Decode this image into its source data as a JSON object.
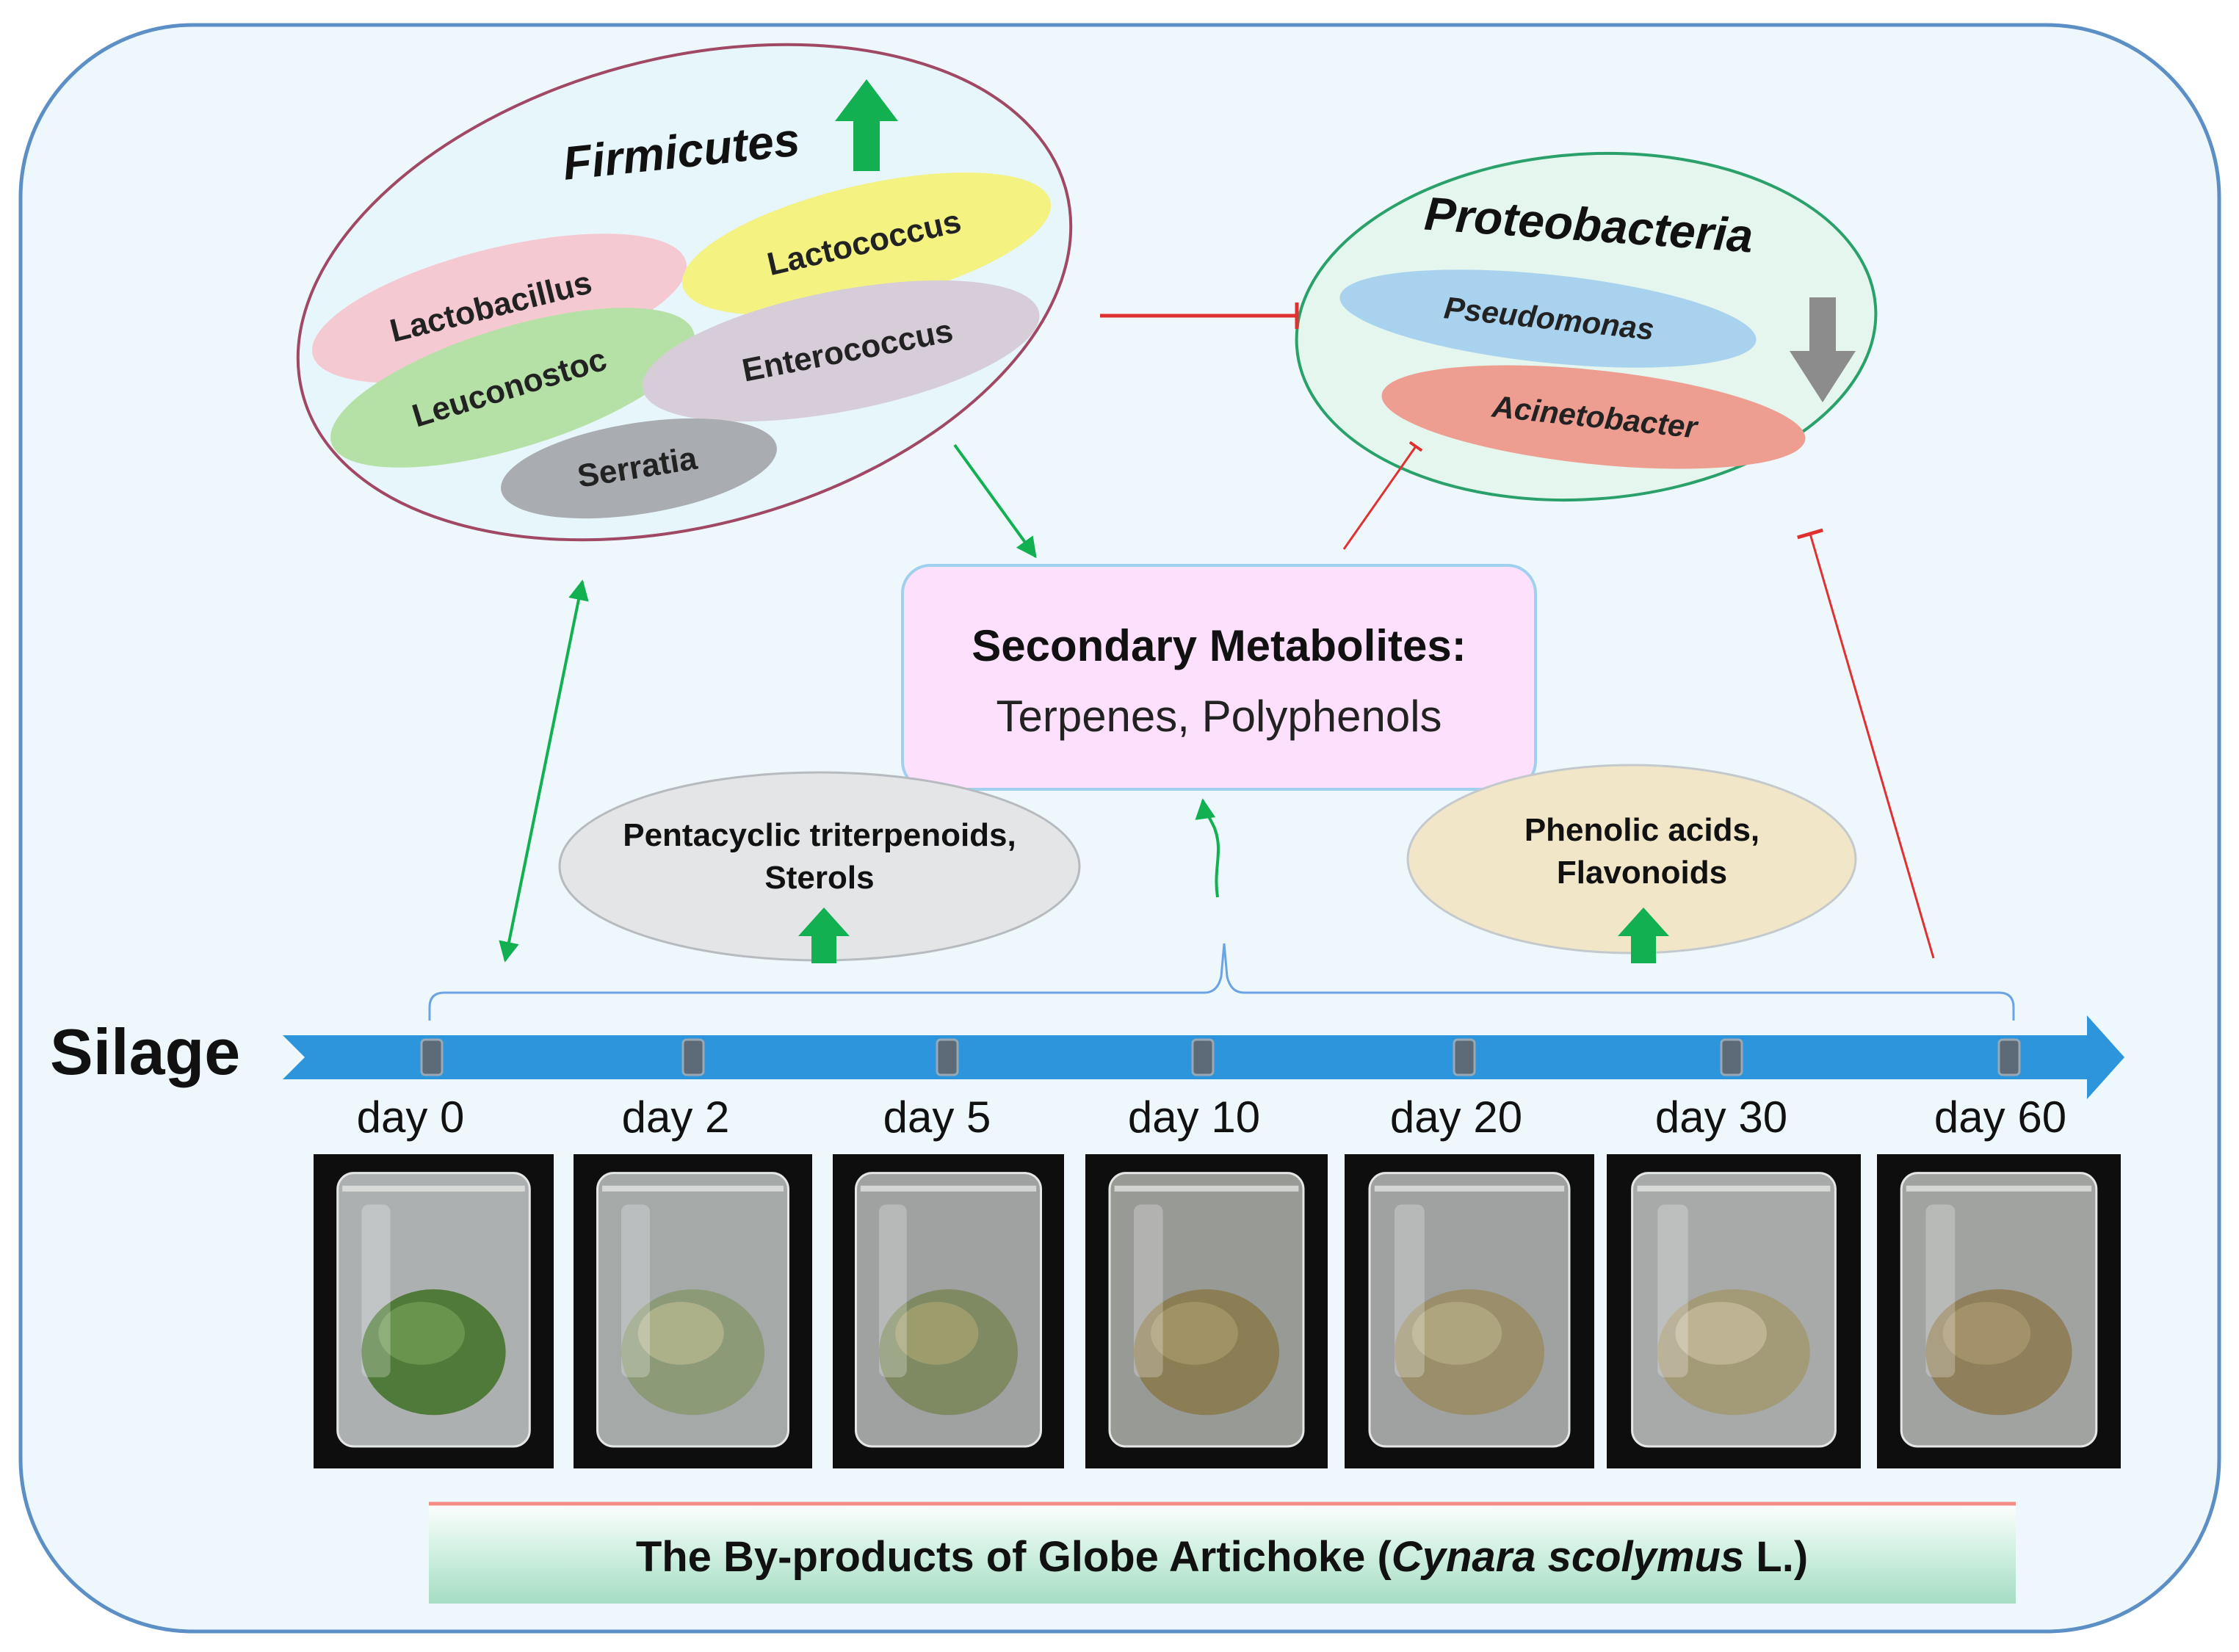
{
  "diagram": {
    "firmicutes": {
      "title": "Firmicutes",
      "trend": "up",
      "genera": [
        "Lactobacillus",
        "Lactococcus",
        "Leuconostoc",
        "Enterococcus",
        "Serratia"
      ]
    },
    "proteobacteria": {
      "title": "Proteobacteria",
      "trend": "down",
      "genera": [
        "Pseudomonas",
        "Acinetobacter"
      ]
    },
    "secondary_metabolites": {
      "title": "Secondary Metabolites:",
      "items": "Terpenes, Polyphenols"
    },
    "pentacyclic": {
      "line1": "Pentacyclic triterpenoids,",
      "line2": "Sterols",
      "trend": "up"
    },
    "phenolic": {
      "line1": "Phenolic acids,",
      "line2": "Flavonoids",
      "trend": "up"
    },
    "timeline": {
      "label": "Silage",
      "days": [
        "day 0",
        "day 2",
        "day 5",
        "day 10",
        "day 20",
        "day 30",
        "day 60"
      ]
    },
    "footer": {
      "prefix": "The By-products of Globe Artichoke (",
      "species": "Cynara scolymus",
      "suffix": " L.)"
    },
    "colors": {
      "background": "#eef8fc",
      "frame": "#5b8fc6",
      "promote_arrow": "#12b050",
      "inhibit_line": "#e03030",
      "trend_up": "#12b050",
      "trend_down": "#8c8c8c",
      "firmicutes_fill": "#e6f6fb",
      "firmicutes_stroke": "#a04864",
      "proteobacteria_fill": "#e4f6ee",
      "proteobacteria_stroke": "#2aa06a",
      "lactobacillus": "#f5c9d2",
      "lactococcus": "#f4f281",
      "leuconostoc": "#b6e1a6",
      "enterococcus": "#d6cdd9",
      "serratia": "#a9acb1",
      "pseudomonas": "#a9d2ef",
      "acinetobacter": "#ee9e91",
      "metabolites_fill": "#fde0fb",
      "metabolites_stroke": "#9fd0ee",
      "pentacyclic_fill": "#e3e5e6",
      "phenolic_fill": "#f1e6c7",
      "timeline_arrow": "#2d95dc",
      "footer_fill": "#c4ecda",
      "footer_topline": "#f28c84"
    }
  }
}
